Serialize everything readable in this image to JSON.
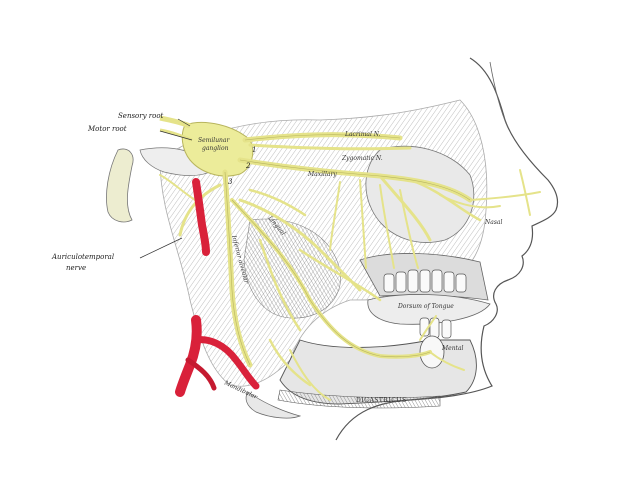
{
  "labels": {
    "sensory_root": "Sensory root",
    "motor_root": "Motor root",
    "semilunar_ganglion_1": "Semilunar",
    "semilunar_ganglion_2": "ganglion",
    "auriculotemporal_1": "Auriculotemporal",
    "auriculotemporal_2": "nerve",
    "lacrimal": "Lacrimal N.",
    "zygomatic": "Zygomatic N.",
    "maxillary": "Maxillary",
    "nasal": "Nasal",
    "dorsum_tongue": "Dorsum of Tongue",
    "mental": "Mental",
    "digastricus": "DIGASTRICUS",
    "mandibular": "Mandibular",
    "inferior_alveolar": "Inferior alveolar",
    "lingual": "Lingual",
    "division_1": "1",
    "division_2": "2",
    "division_3": "3"
  },
  "colors": {
    "nerve": "#ecec9a",
    "nerve_stroke": "#b8b55e",
    "artery": "#d9213a",
    "bone": "#f4f4f4",
    "ink": "#3a3a3a"
  }
}
